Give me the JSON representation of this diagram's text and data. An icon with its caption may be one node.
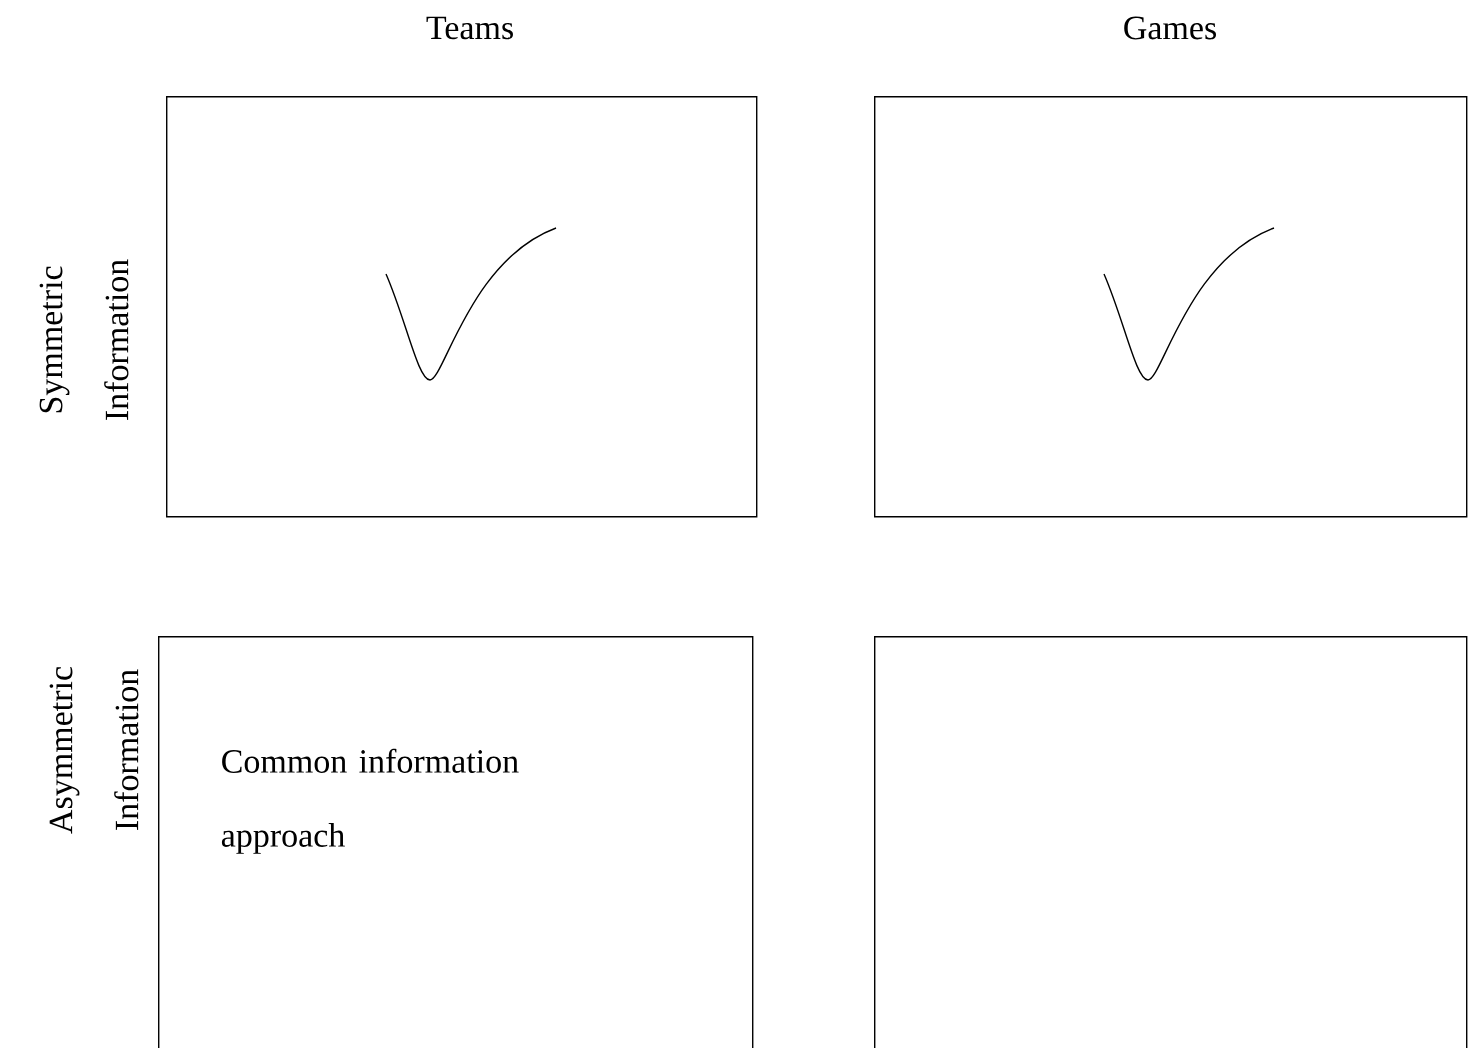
{
  "diagram": {
    "nodes": [
      {
        "text": [],
        "shape": "box"
      },
      {
        "text": [],
        "shape": "box"
      },
      {
        "text": [
          "Common information approach"
        ]
      },
      {
        "text": [],
        "shape": "box"
      }
    ],
    "labels": [
      "Teams",
      "Games",
      "Symmetric Information",
      "Asymmetric Information"
    ]
  }
}
